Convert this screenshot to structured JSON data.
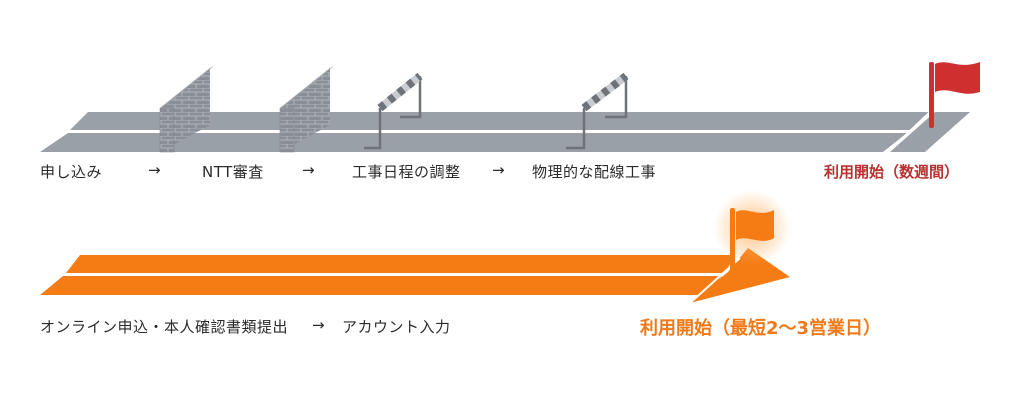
{
  "colors": {
    "road_gray": "#9aa0a8",
    "wall_gray": "#8a8f96",
    "flag_red": "#cf2f2f",
    "road_orange": "#f57c14",
    "text": "#2b2b2b",
    "goal_red_text": "#b83232",
    "goal_orange_text": "#f07a1a"
  },
  "traditional": {
    "steps": [
      {
        "label": "申し込み",
        "obstacle": "none"
      },
      {
        "label": "NTT審査",
        "obstacle": "brick-wall"
      },
      {
        "label": "工事日程の調整",
        "obstacle": "brick-wall"
      },
      {
        "label": "物理的な配線工事",
        "obstacle": "hurdle"
      }
    ],
    "arrow": "→",
    "goal": "利用開始（数週間）"
  },
  "fast": {
    "steps": [
      {
        "label": "オンライン申込・本人確認書類提出"
      },
      {
        "label": "アカウント入力"
      }
    ],
    "arrow": "→",
    "goal": "利用開始（最短2〜3営業日）"
  }
}
